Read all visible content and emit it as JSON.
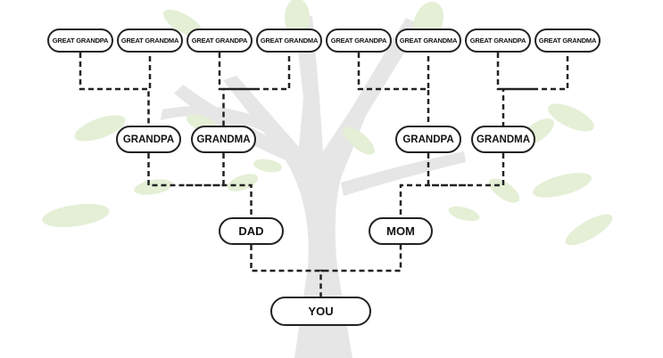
{
  "tree": {
    "great_grandparents": [
      {
        "id": "gg1",
        "label": "GREAT GRANDPA"
      },
      {
        "id": "gg2",
        "label": "GREAT GRANDMA"
      },
      {
        "id": "gg3",
        "label": "GREAT GRANDPA"
      },
      {
        "id": "gg4",
        "label": "GREAT GRANDMA"
      },
      {
        "id": "gg5",
        "label": "GREAT GRANDPA"
      },
      {
        "id": "gg6",
        "label": "GREAT GRANDMA"
      },
      {
        "id": "gg7",
        "label": "GREAT GRANDPA"
      },
      {
        "id": "gg8",
        "label": "GREAT GRANDMA"
      }
    ],
    "grandparents": [
      {
        "id": "g1",
        "label": "GRANDPA"
      },
      {
        "id": "g2",
        "label": "GRANDMA"
      },
      {
        "id": "g3",
        "label": "GRANDPA"
      },
      {
        "id": "g4",
        "label": "GRANDMA"
      }
    ],
    "parents": [
      {
        "id": "dad",
        "label": "DAD"
      },
      {
        "id": "mom",
        "label": "MOM"
      }
    ],
    "you": {
      "id": "you",
      "label": "YOU"
    },
    "links": [
      {
        "from": [
          "gg1",
          "gg2"
        ],
        "to": "g1"
      },
      {
        "from": [
          "gg3",
          "gg4"
        ],
        "to": "g2"
      },
      {
        "from": [
          "gg5",
          "gg6"
        ],
        "to": "g3"
      },
      {
        "from": [
          "gg7",
          "gg8"
        ],
        "to": "g4"
      },
      {
        "from": [
          "g1",
          "g2"
        ],
        "to": "dad"
      },
      {
        "from": [
          "g3",
          "g4"
        ],
        "to": "mom"
      },
      {
        "from": [
          "dad",
          "mom"
        ],
        "to": "you"
      }
    ]
  },
  "colors": {
    "border": "#222222",
    "connector": "#222222",
    "trunk": "#e6e6e6",
    "leaf": "#e4efd6"
  }
}
